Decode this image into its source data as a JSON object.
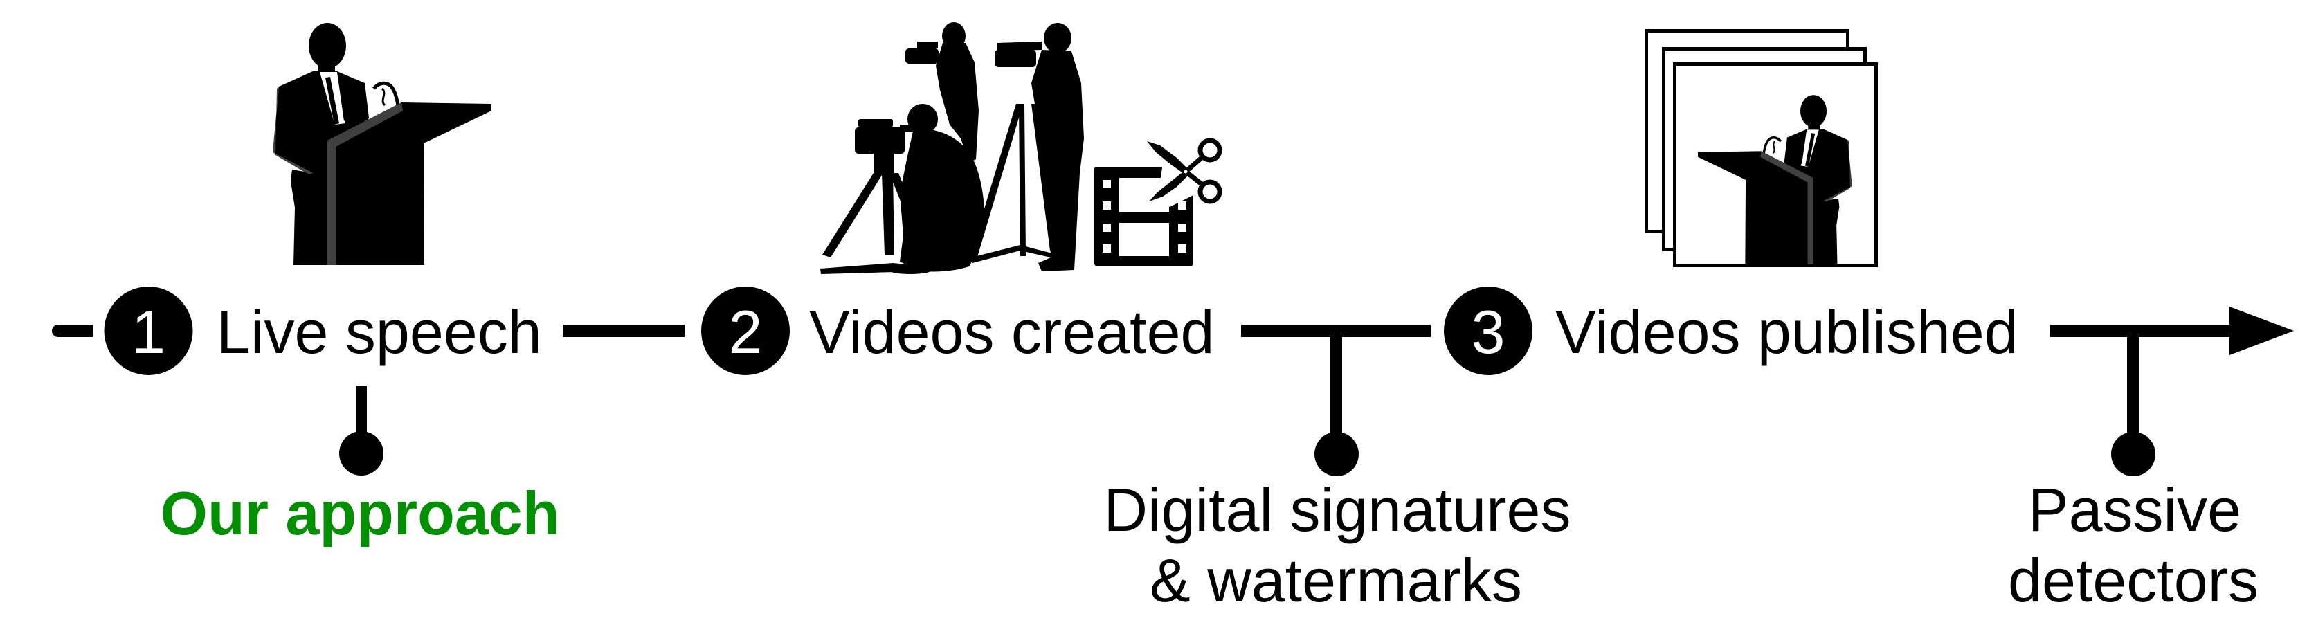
{
  "diagram": {
    "description": "Timeline of a speech video lifecycle with intervention points",
    "steps": [
      {
        "number": "1",
        "label": "Live speech",
        "icon": "speaker-at-podium-icon"
      },
      {
        "number": "2",
        "label": "Videos created",
        "icon": "camera-crew-with-film-edit-icon"
      },
      {
        "number": "3",
        "label": "Videos published",
        "icon": "stacked-video-frames-icon"
      }
    ],
    "annotations": [
      {
        "id": "our-approach",
        "lines": [
          "Our approach"
        ],
        "attached_to_step": "1",
        "highlight": true
      },
      {
        "id": "digital-signatures",
        "lines": [
          "Digital signatures",
          "& watermarks"
        ],
        "attached_between_steps": [
          "2",
          "3"
        ]
      },
      {
        "id": "passive-detectors",
        "lines": [
          "Passive",
          "detectors"
        ],
        "attached_after_step": "3"
      }
    ]
  },
  "colors": {
    "line": "#000000",
    "step_circle": "#000000",
    "step_number": "#ffffff",
    "highlight": "#009000",
    "podium_edge": "#404040"
  }
}
